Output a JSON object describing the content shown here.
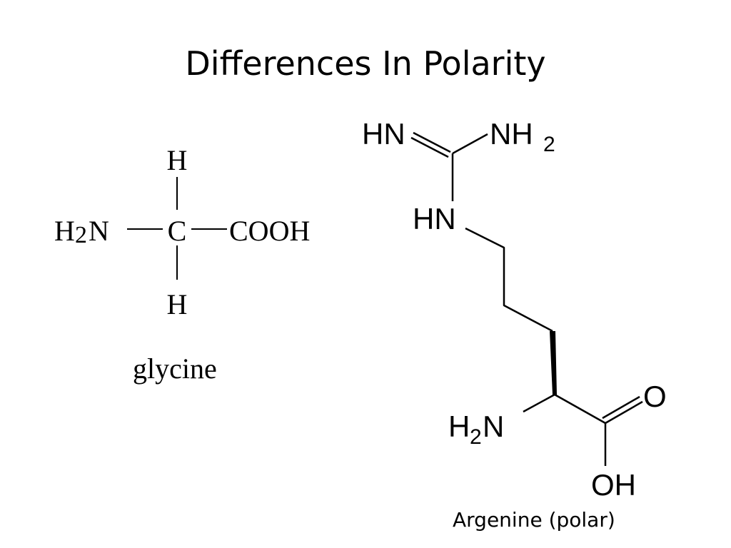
{
  "slide": {
    "title": "Differences In Polarity"
  },
  "glycine": {
    "top_h": "H",
    "bottom_h": "H",
    "amine_h": "H",
    "amine_sub": "2",
    "amine_n": "N",
    "alpha_c": "C",
    "carboxyl": "COOH",
    "name": "glycine"
  },
  "arginine": {
    "imine": "HN",
    "amine_top": "NH",
    "amine_top_sub": "2",
    "nh": "HN",
    "alpha_amine_h": "H",
    "alpha_amine_sub": "2",
    "alpha_amine_n": "N",
    "carbonyl_o": "O",
    "hydroxyl": "OH",
    "caption": "Argenine (polar)"
  }
}
